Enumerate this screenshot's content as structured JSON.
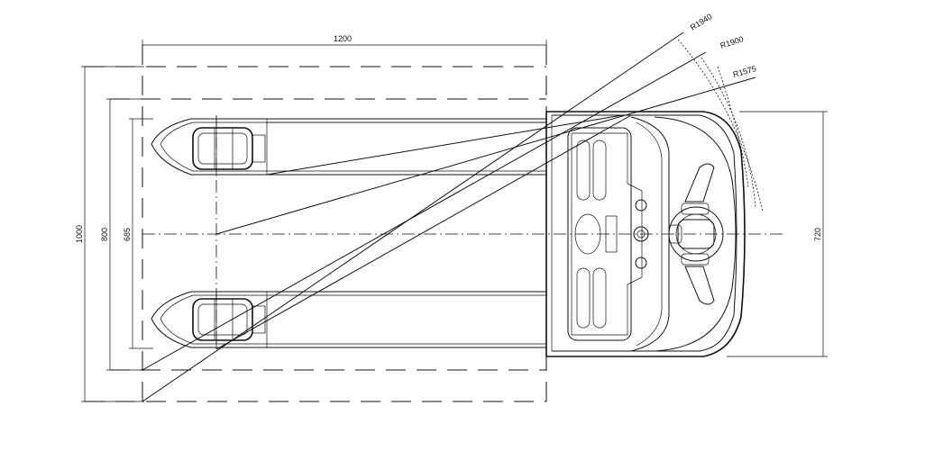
{
  "dimensions": {
    "length_overall": "1200",
    "width_1000": "1000",
    "width_800": "800",
    "width_685": "685",
    "chassis_width": "720"
  },
  "radii": {
    "r1940": "R1940",
    "r1900": "R1900",
    "r1575": "R1575"
  }
}
